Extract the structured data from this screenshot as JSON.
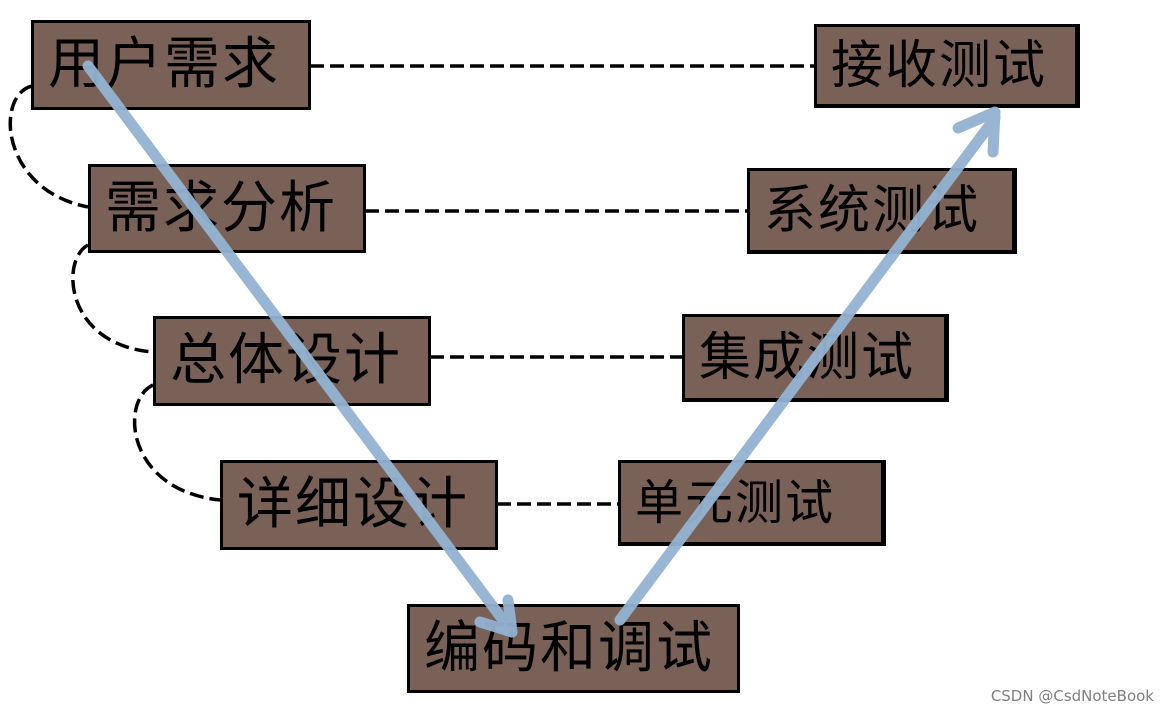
{
  "left": {
    "user_requirements": "用户需求",
    "requirements_analysis": "需求分析",
    "overall_design": "总体设计",
    "detailed_design": "详细设计"
  },
  "bottom": {
    "coding": "编码和调试"
  },
  "right": {
    "acceptance_test": "接收测试",
    "system_test": "系统测试",
    "integration_test": "集成测试",
    "unit_test": "单元测试"
  },
  "colors": {
    "box_fill": "#7a6158",
    "arrow": "#93b3d2",
    "line": "#000000"
  },
  "watermark": "CSDN @CsdNoteBook"
}
